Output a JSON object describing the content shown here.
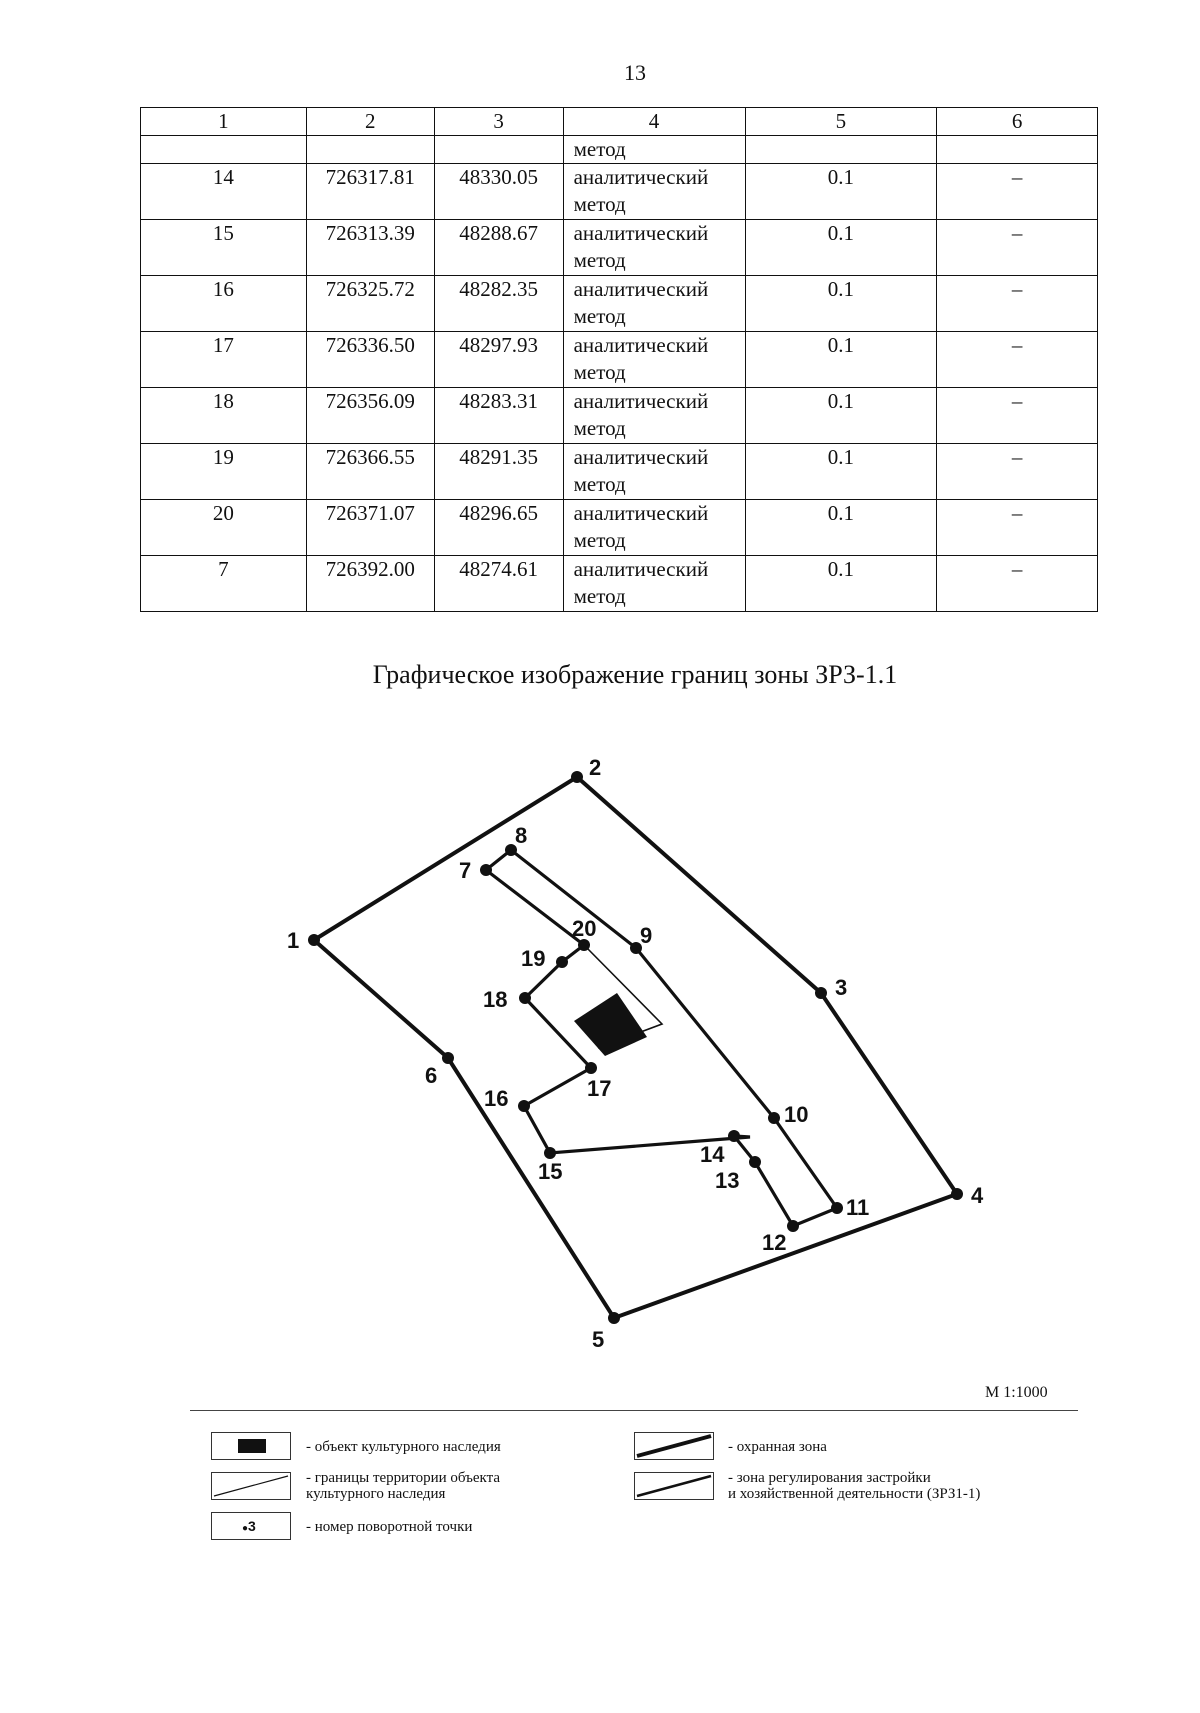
{
  "page_number": "13",
  "table": {
    "headers": [
      "1",
      "2",
      "3",
      "4",
      "5",
      "6"
    ],
    "continued_row": [
      "",
      "",
      "",
      "метод",
      "",
      ""
    ],
    "rows": [
      {
        "point": "14",
        "x": "726317.81",
        "y": "48330.05",
        "method_line1": "аналитический",
        "method_line2": "метод",
        "accuracy": "0.1",
        "note": "–"
      },
      {
        "point": "15",
        "x": "726313.39",
        "y": "48288.67",
        "method_line1": "аналитический",
        "method_line2": "метод",
        "accuracy": "0.1",
        "note": "–"
      },
      {
        "point": "16",
        "x": "726325.72",
        "y": "48282.35",
        "method_line1": "аналитический",
        "method_line2": "метод",
        "accuracy": "0.1",
        "note": "–"
      },
      {
        "point": "17",
        "x": "726336.50",
        "y": "48297.93",
        "method_line1": "аналитический",
        "method_line2": "метод",
        "accuracy": "0.1",
        "note": "–"
      },
      {
        "point": "18",
        "x": "726356.09",
        "y": "48283.31",
        "method_line1": "аналитический",
        "method_line2": "метод",
        "accuracy": "0.1",
        "note": "–"
      },
      {
        "point": "19",
        "x": "726366.55",
        "y": "48291.35",
        "method_line1": "аналитический",
        "method_line2": "метод",
        "accuracy": "0.1",
        "note": "–"
      },
      {
        "point": "20",
        "x": "726371.07",
        "y": "48296.65",
        "method_line1": "аналитический",
        "method_line2": "метод",
        "accuracy": "0.1",
        "note": "–"
      },
      {
        "point": "7",
        "x": "726392.00",
        "y": "48274.61",
        "method_line1": "аналитический",
        "method_line2": "метод",
        "accuracy": "0.1",
        "note": "–"
      }
    ]
  },
  "diagram": {
    "title": "Графическое изображение границ зоны ЗРЗ-1.1",
    "point_labels": [
      "1",
      "2",
      "3",
      "4",
      "5",
      "6",
      "7",
      "8",
      "9",
      "10",
      "11",
      "12",
      "13",
      "14",
      "15",
      "16",
      "17",
      "18",
      "19",
      "20"
    ]
  },
  "scale": "М 1:1000",
  "legend": {
    "heritage_object": "- объект культурного наследия",
    "heritage_territory_line1": "- границы территории объекта",
    "heritage_territory_line2": "культурного наследия",
    "point_number": "- номер поворотной точки",
    "point_number_sample": "3",
    "protection_zone": "- охранная зона",
    "regulation_zone_line1": "- зона регулирования застройки",
    "regulation_zone_line2": "и хозяйственной деятельности (ЗРЗ1-1)"
  }
}
